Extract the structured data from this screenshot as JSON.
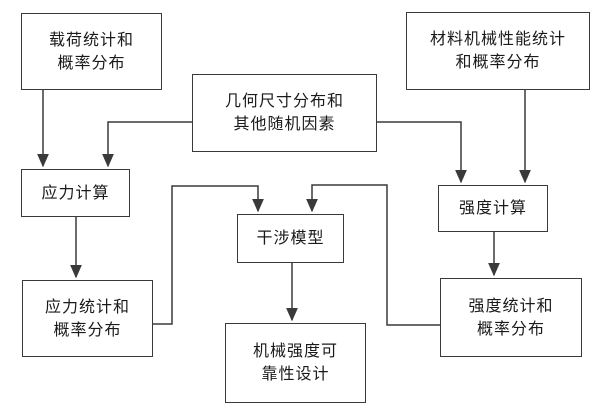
{
  "diagram": {
    "nodes": {
      "load_stats": {
        "text": "载荷统计和\n概率分布"
      },
      "material_stats": {
        "text": "材料机械性能统计\n和概率分布"
      },
      "geometry_factors": {
        "text": "几何尺寸分布和\n其他随机因素"
      },
      "stress_calc": {
        "text": "应力计算"
      },
      "strength_calc": {
        "text": "强度计算"
      },
      "interference_model": {
        "text": "干涉模型"
      },
      "stress_stats": {
        "text": "应力统计和\n概率分布"
      },
      "strength_stats": {
        "text": "强度统计和\n概率分布"
      },
      "reliability_design": {
        "text": "机械强度可\n靠性设计"
      }
    },
    "colors": {
      "line": "#3a3a3a",
      "background": "#ffffff",
      "text": "#1a1a1a"
    }
  }
}
